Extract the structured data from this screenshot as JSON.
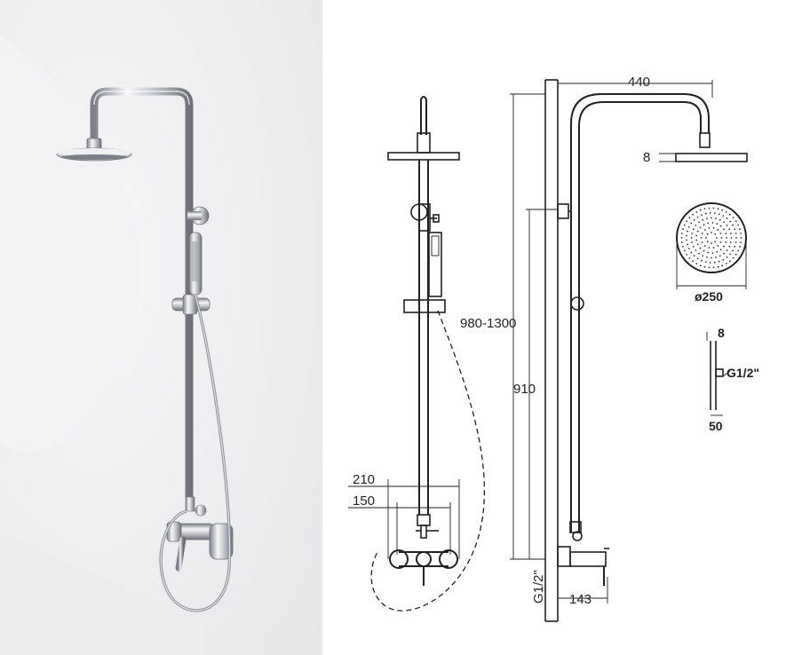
{
  "dimensions": {
    "arm_reach": "440",
    "head_thickness": "8",
    "head_diameter": "ø250",
    "height_range": "980-1300",
    "rail_height": "910",
    "inlet_thread": "G1/2\"",
    "mixer_outer_span": "210",
    "mixer_inner_span": "150",
    "mixer_depth": "143",
    "detail_thickness": "8",
    "detail_thread": "G1/2\"",
    "detail_depth": "50"
  },
  "colors": {
    "photo_background": "#eeeef0",
    "line": "#222222",
    "chrome_light": "#f4f4f6",
    "chrome_dark": "#8a8d94"
  }
}
